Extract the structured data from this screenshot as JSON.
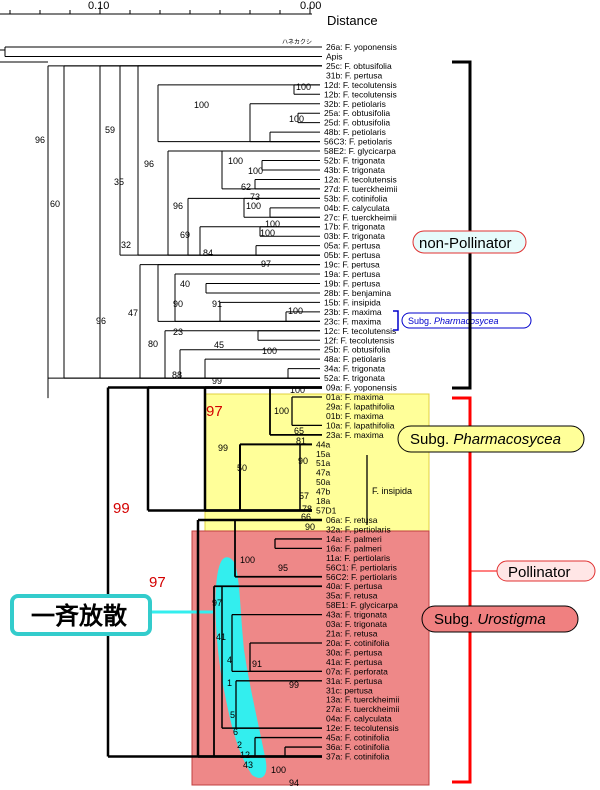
{
  "scale": {
    "left_label": "0.10",
    "right_label": "0.00",
    "axis_title": "Distance"
  },
  "outgroup_note": "ハネカクシ",
  "leaves": [
    "26a: F. yoponensis",
    "Apis",
    "25c: F. obtusifolia",
    "31b: F. pertusa",
    "12d: F. tecolutensis",
    "12b: F. tecolutensis",
    "32b: F. petiolaris",
    "25a: F. obtusifolia",
    "25d: F. obtusifolia",
    "48b: F. petiolaris",
    "56C3: F. petiolaris",
    "58E2: F. glycicarpa",
    "52b: F. trigonata",
    "43b: F. trigonata",
    "12a: F. tecolutensis",
    "27d: F. tuerckheimii",
    "53b: F. cotinifolia",
    "04b: F. calyculata",
    "27c: F. tuerckheimii",
    "17b: F. trigonata",
    "03b: F. trigonata",
    "05a: F. pertusa",
    "05b: F. pertusa",
    "19c: F. pertusa",
    "19a: F. pertusa",
    "19b: F. pertusa",
    "28b: F. benjamina",
    "15b: F. insipida",
    "23b: F. maxima",
    "23c: F. maxima",
    "12c: F. tecolutensis",
    "12f: F. tecolutensis",
    "25b: F. obtusifolia",
    "48a: F. petiolaris",
    "34a: F. trigonata",
    "52a: F. trigonata",
    "09a: F. yoponensis",
    "01a: F. maxima",
    "29a: F. lapathifolia",
    "01b: F. maxima",
    "10a: F. lapathifolia",
    "23a: F. maxima",
    "44a",
    "15a",
    "51a",
    "47a",
    "50a",
    "47b",
    "18a",
    "57D1",
    "06a: F. retusa",
    "32a: F. pertiolaris",
    "14a: F. palmeri",
    "16a: F. palmeri",
    "11a: F. pertiolaris",
    "56C1: F. pertiolaris",
    "56C2: F. pertiolaris",
    "40a: F. pertusa",
    "35a: F. retusa",
    "58E1: F. glycicarpa",
    "43a: F. trigonata",
    "03a: F. trigonata",
    "21a: F. retusa",
    "20a: F. cotinifolia",
    "30a: F. pertusa",
    "41a: F. pertusa",
    "07a: F. perforata",
    "31a: F. pertusa",
    "31c: pertusa",
    "13a: F. tuerckheimii",
    "27a: F. tuerckheimii",
    "04a: F. calyculata",
    "12e: F. tecolutensis",
    "45a: F. cotinifolia",
    "36a: F. cotinifolia",
    "37a: F. cotinifolia"
  ],
  "bootstrap": {
    "b96a": "96",
    "b60": "60",
    "b96b": "96",
    "b59": "59",
    "b35": "35",
    "b32": "32",
    "b47": "47",
    "b100a": "100",
    "b100b": "100",
    "b100c": "100",
    "b96c": "96",
    "b100d": "100",
    "b100e": "100",
    "b62": "62",
    "b73": "73",
    "b96d": "96",
    "b100f": "100",
    "b100g": "100",
    "b69": "69",
    "b100h": "100",
    "b84": "84",
    "b97": "97",
    "b40": "40",
    "b90": "90",
    "b91": "91",
    "b100i": "100",
    "b23": "23",
    "b80": "80",
    "b45": "45",
    "b100j": "100",
    "b88": "88",
    "b99": "99",
    "b100k": "100",
    "p100a": "100",
    "p65": "65",
    "p81": "81",
    "p99": "99",
    "p50": "50",
    "p90a": "90",
    "p57": "57",
    "p78": "78",
    "p66": "66",
    "p90b": "90",
    "u100a": "100",
    "u95": "95",
    "u97": "97",
    "u41": "41",
    "u4a": "4",
    "u91": "91",
    "u99": "99",
    "u1": "1",
    "u5": "5",
    "u6": "6",
    "u2": "2",
    "u12": "12",
    "u43": "43",
    "u100b": "100",
    "u94": "94",
    "r97a": "97",
    "r99": "99",
    "r97b": "97"
  },
  "labels": {
    "non_pollinator": "non-Pollinator",
    "pollinator": "Pollinator",
    "subg_pharmacosycea_prefix": "Subg. ",
    "subg_pharmacosycea_name": "Pharmacosycea",
    "subg_urostigma_prefix": "Subg. ",
    "subg_urostigma_name": "Urostigma",
    "subg_ph_small_prefix": "Subg. ",
    "subg_ph_small_name": "Pharmacosycea",
    "insipida": "F. insipida",
    "burst": "一斉放散"
  },
  "colors": {
    "yellow_box": "#ffff99",
    "red_box": "#ee8888",
    "cyan_blob": "#33eeee",
    "red_text": "#d40000",
    "pollinator_pill": "#ffe6e6",
    "subg_ph_pill": "#ffff99",
    "subg_uro_pill": "#f08080",
    "bracket_blue": "#0000cc"
  }
}
